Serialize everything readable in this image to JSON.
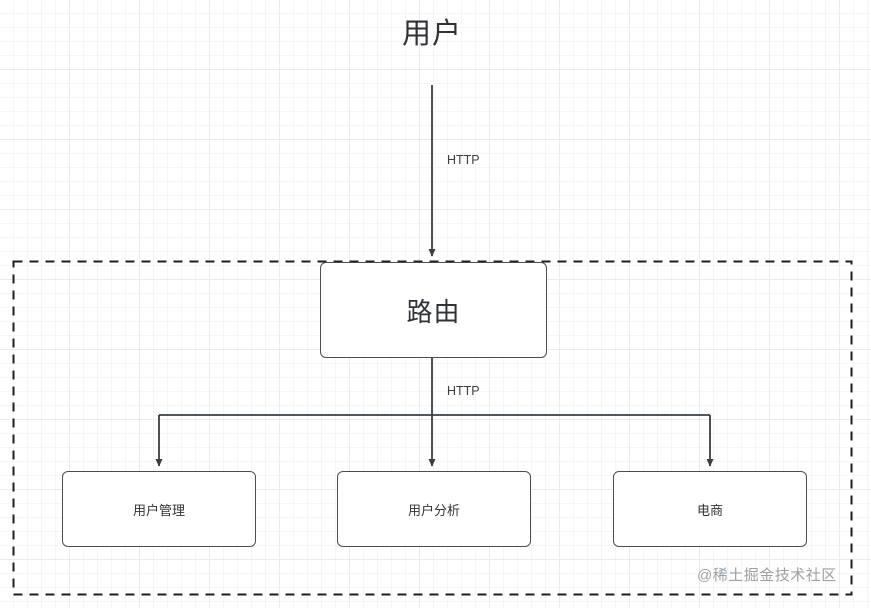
{
  "diagram": {
    "title": "用户",
    "watermark": "@稀土掘金技术社区",
    "nodes": {
      "router": "路由",
      "user_management": "用户管理",
      "user_analytics": "用户分析",
      "ecommerce": "电商"
    },
    "edge_labels": {
      "user_to_router": "HTTP",
      "router_to_services": "HTTP"
    },
    "colors": {
      "stroke": "#4a4f54",
      "text": "#2f3337",
      "grid_minor": "#f4f6f7",
      "grid_major": "#e9ecef",
      "dashed_group": "#1d1f21",
      "watermark": "#9ba1a6",
      "background": "#ffffff"
    }
  }
}
